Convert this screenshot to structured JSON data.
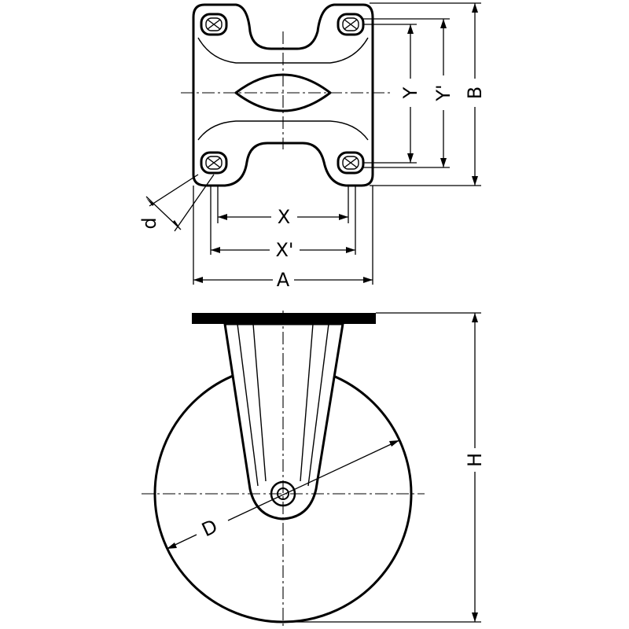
{
  "labels": {
    "x": "X",
    "x_prime": "X'",
    "a": "A",
    "y": "Y",
    "y_prime": "Y'",
    "b": "B",
    "d_small": "d",
    "h": "H",
    "d": "D"
  }
}
